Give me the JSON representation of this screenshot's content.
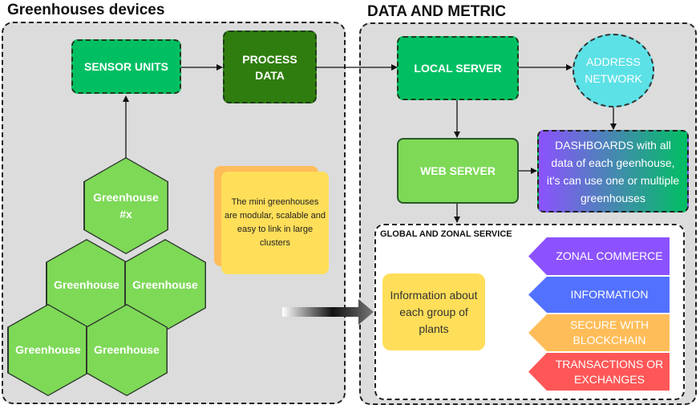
{
  "left_panel": {
    "title": "Greenhouses devices"
  },
  "right_panel": {
    "title": "DATA AND METRIC"
  },
  "nodes": {
    "sensor_units": "SENSOR UNITS",
    "process_data": "PROCESS DATA",
    "local_server": "LOCAL SERVER",
    "address_network": "ADDRESS NETWORK",
    "web_server": "WEB SERVER",
    "dashboards": "DASHBOARDS with all data of each geenhouse, it's can use one or multiple greenhouses"
  },
  "greenhouses": {
    "x": "Greenhouse #x",
    "mid_left": "Greenhouse",
    "mid_right": "Greenhouse",
    "bottom_left": "Greenhouse",
    "bottom_right": "Greenhouse"
  },
  "note": "The mini greenhouses are modular, scalable and easy to link in large clusters",
  "global_service": {
    "title": "GLOBAL AND ZONAL SERVICE",
    "info_box": "Information about each group of plants",
    "tags": [
      {
        "label": "ZONAL COMMERCE",
        "color": "#8c52ff"
      },
      {
        "label": "INFORMATION",
        "color": "#5271ff"
      },
      {
        "label": "SECURE WITH BLOCKCHAIN",
        "color": "#ffbd59"
      },
      {
        "label": "TRANSACTIONS OR EXCHANGES",
        "color": "#ff5757"
      }
    ]
  },
  "colors": {
    "panel_bg": "#dcdcdc",
    "sensor_green": "#00bf63",
    "process_green": "#2f7d0e",
    "hex_green": "#7ed957",
    "network_cyan": "#5ce1e6",
    "note_yellow": "#ffde59",
    "note_orange": "#ffbd59"
  }
}
